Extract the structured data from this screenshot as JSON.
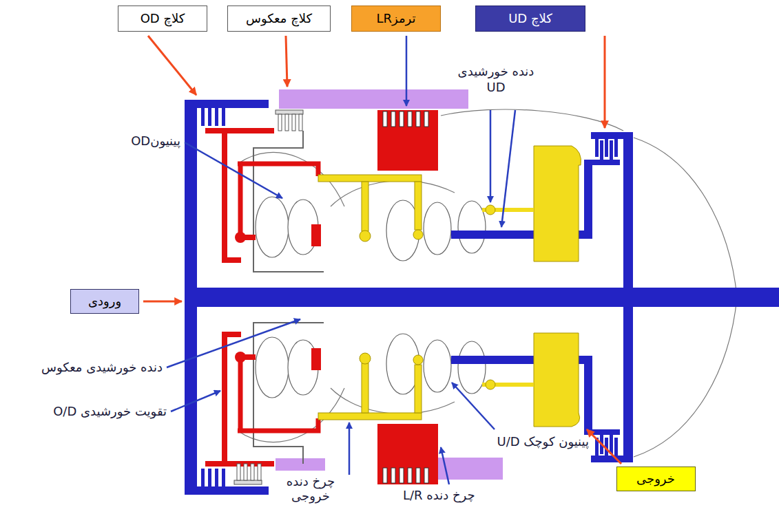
{
  "diagram": {
    "nodes": [
      {
        "text": [
          "کلاچ OD"
        ]
      },
      {
        "text": [
          "کلاچ معکوس"
        ]
      },
      {
        "text": [
          "ترمزLR"
        ]
      },
      {
        "text": [
          "کلاچ UD"
        ]
      },
      {
        "text": [
          "ورودی"
        ]
      },
      {
        "text": [
          "خروجی"
        ]
      }
    ],
    "labels": [
      "دنده خورشیدی UD",
      "پینیونOD",
      "دنده خورشیدی معکوس",
      "تقویت خورشیدی O/D",
      "پینیون کوچک U/D",
      "چرخ دنده خروجی",
      "چرخ دنده L/R"
    ]
  }
}
